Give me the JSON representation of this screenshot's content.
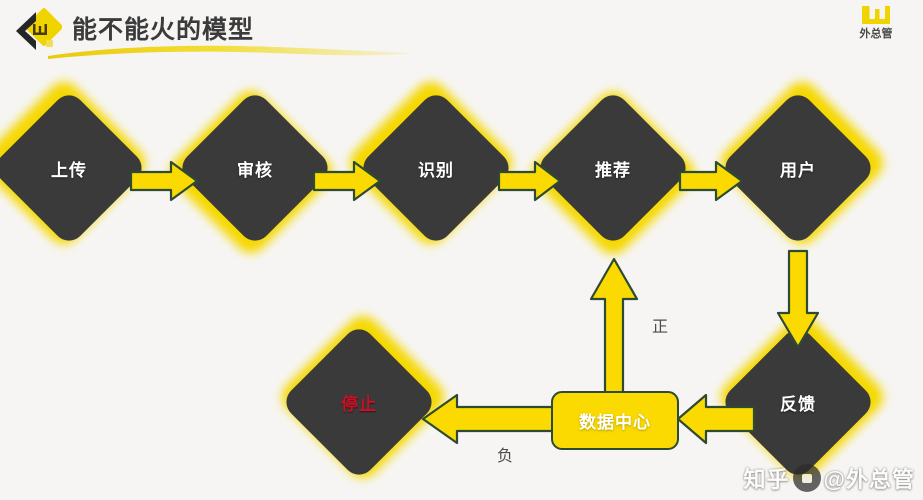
{
  "header": {
    "title": "能不能火的模型",
    "logo_icon": "chevron-diamond-logo",
    "swoosh_icon": "brush-underline",
    "brand": {
      "mark_icon": "w-mark-icon",
      "name": "外总管"
    }
  },
  "diagram": {
    "nodes": [
      {
        "id": "upload",
        "label": "上传",
        "shape": "diamond"
      },
      {
        "id": "review",
        "label": "审核",
        "shape": "diamond"
      },
      {
        "id": "identify",
        "label": "识别",
        "shape": "diamond"
      },
      {
        "id": "recommend",
        "label": "推荐",
        "shape": "diamond"
      },
      {
        "id": "user",
        "label": "用户",
        "shape": "diamond"
      },
      {
        "id": "feedback",
        "label": "反馈",
        "shape": "diamond"
      },
      {
        "id": "stop",
        "label": "停止",
        "shape": "diamond"
      },
      {
        "id": "datacenter",
        "label": "数据中心",
        "shape": "rounded-rect"
      }
    ],
    "edges": [
      {
        "from": "upload",
        "to": "review",
        "label": "",
        "direction": "right"
      },
      {
        "from": "review",
        "to": "identify",
        "label": "",
        "direction": "right"
      },
      {
        "from": "identify",
        "to": "recommend",
        "label": "",
        "direction": "right"
      },
      {
        "from": "recommend",
        "to": "user",
        "label": "",
        "direction": "right"
      },
      {
        "from": "user",
        "to": "feedback",
        "label": "",
        "direction": "down"
      },
      {
        "from": "feedback",
        "to": "datacenter",
        "label": "",
        "direction": "left"
      },
      {
        "from": "datacenter",
        "to": "recommend",
        "label": "正",
        "direction": "up"
      },
      {
        "from": "datacenter",
        "to": "stop",
        "label": "负",
        "direction": "left"
      }
    ],
    "edge_labels": {
      "positive": "正",
      "negative": "负"
    }
  },
  "watermark": {
    "platform": "知乎",
    "handle": "@外总管",
    "avatar_icon": "user-avatar-icon"
  },
  "colors": {
    "background": "#f6f5f3",
    "node_fill": "#3a3a3a",
    "accent_yellow": "#f5d800",
    "arrow_yellow": "#fada00",
    "arrow_outline": "#2d4a33",
    "node_text": "#ffffff",
    "stop_text": "#cc0f25",
    "title_text": "#3b3b3b"
  }
}
